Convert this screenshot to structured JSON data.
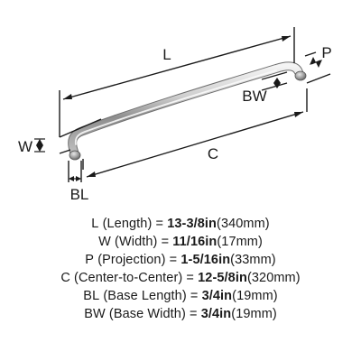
{
  "diagram": {
    "labels": {
      "L": "L",
      "P": "P",
      "BW": "BW",
      "W": "W",
      "C": "C",
      "BL": "BL"
    }
  },
  "specs": [
    {
      "abbr": "L",
      "name": "(Length)",
      "eq": " = ",
      "imperial": "13-3/8in",
      "metric": "(340mm)"
    },
    {
      "abbr": "W",
      "name": "(Width)",
      "eq": " = ",
      "imperial": "11/16in",
      "metric": "(17mm)"
    },
    {
      "abbr": "P",
      "name": "(Projection)",
      "eq": " = ",
      "imperial": "1-5/16in",
      "metric": "(33mm)"
    },
    {
      "abbr": "C",
      "name": "(Center-to-Center)",
      "eq": " = ",
      "imperial": "12-5/8in",
      "metric": "(320mm)"
    },
    {
      "abbr": "BL",
      "name": "(Base Length)",
      "eq": " = ",
      "imperial": "3/4in",
      "metric": "(19mm)"
    },
    {
      "abbr": "BW",
      "name": "(Base Width)",
      "eq": " = ",
      "imperial": "3/4in",
      "metric": "(19mm)"
    }
  ]
}
